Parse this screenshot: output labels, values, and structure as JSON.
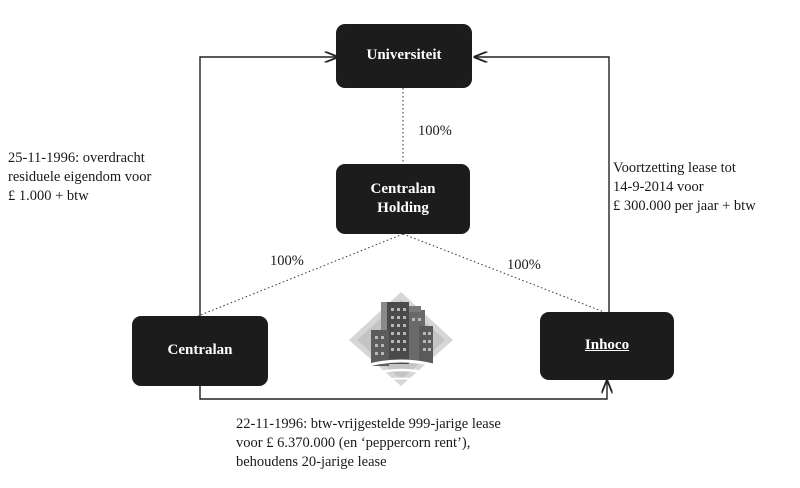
{
  "nodes": {
    "universiteit": "Universiteit",
    "holding": "Centralan\nHolding",
    "centralan": "Centralan",
    "inhoco": "Inhoco"
  },
  "ownership": {
    "holding": "100%",
    "centralan": "100%",
    "inhoco": "100%"
  },
  "annotations": {
    "transfer": "25-11-1996: overdracht\nresiduele eigendom voor\n£ 1.000 + btw",
    "continuation": "Voortzetting lease tot\n14-9-2014 voor\n£ 300.000 per jaar + btw",
    "lease": "22-11-1996: btw-vrijgestelde 999-jarige lease\nvoor £ 6.370.000 (en ‘peppercorn rent’),\nbehoudens 20-jarige lease"
  },
  "icons": {
    "building": "building-icon"
  },
  "colors": {
    "node_fill": "#1c1c1c",
    "node_text": "#ffffff",
    "line": "#222222"
  }
}
